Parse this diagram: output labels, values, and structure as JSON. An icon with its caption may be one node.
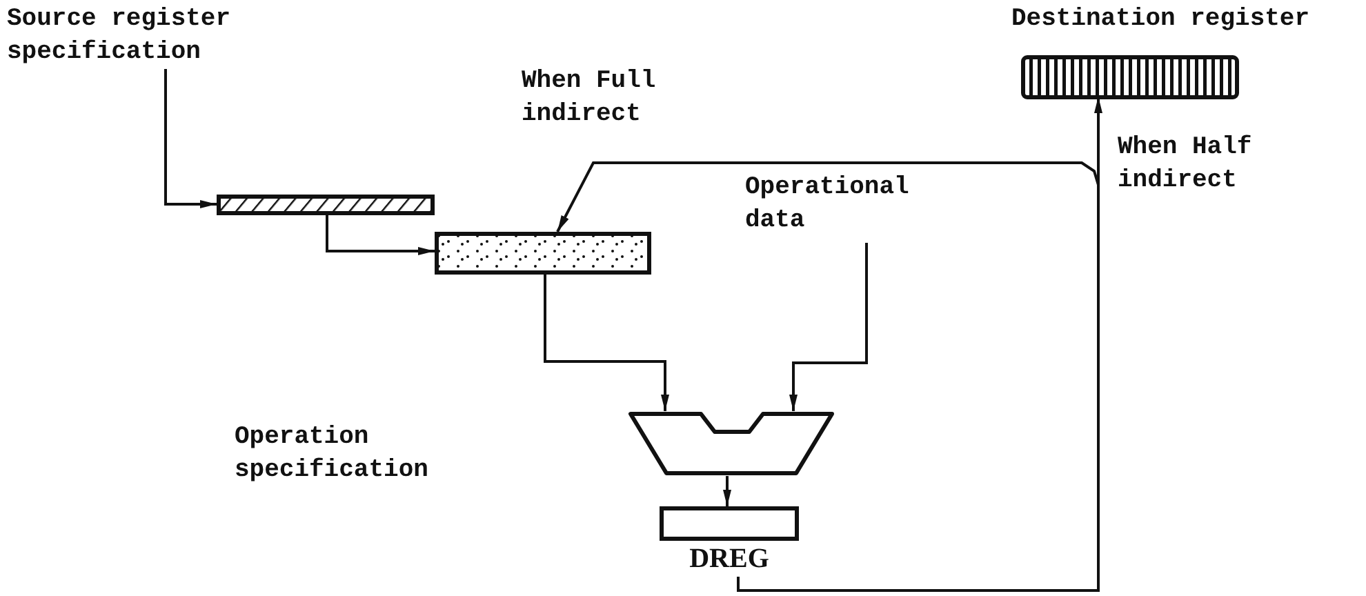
{
  "diagram": {
    "nodes": [
      {
        "text": [
          "Source register specification"
        ]
      },
      {
        "text": [],
        "shape": "box"
      },
      {
        "text": [],
        "shape": "box"
      },
      {
        "text": [
          "Operational data"
        ]
      },
      {
        "text": [],
        "shape": "trapezoid"
      },
      {
        "text": [
          "DREG"
        ]
      },
      {
        "text": [
          "Destination register"
        ]
      }
    ],
    "edges": [
      {
        "from": 0,
        "to": 1,
        "arrow": "to"
      },
      {
        "from": 1,
        "to": 2,
        "arrow": "to"
      },
      {
        "from": 2,
        "to": 4,
        "arrow": "to"
      },
      {
        "from": 3,
        "to": 4,
        "arrow": "to"
      },
      {
        "from": 4,
        "to": 5,
        "arrow": "to"
      },
      {
        "from": 5,
        "to": 6,
        "arrow": "to",
        "label": "When Half indirect"
      },
      {
        "from": 5,
        "to": 2,
        "arrow": "to",
        "label": "When Full indirect"
      }
    ],
    "labels": [
      "Operation specification"
    ]
  }
}
